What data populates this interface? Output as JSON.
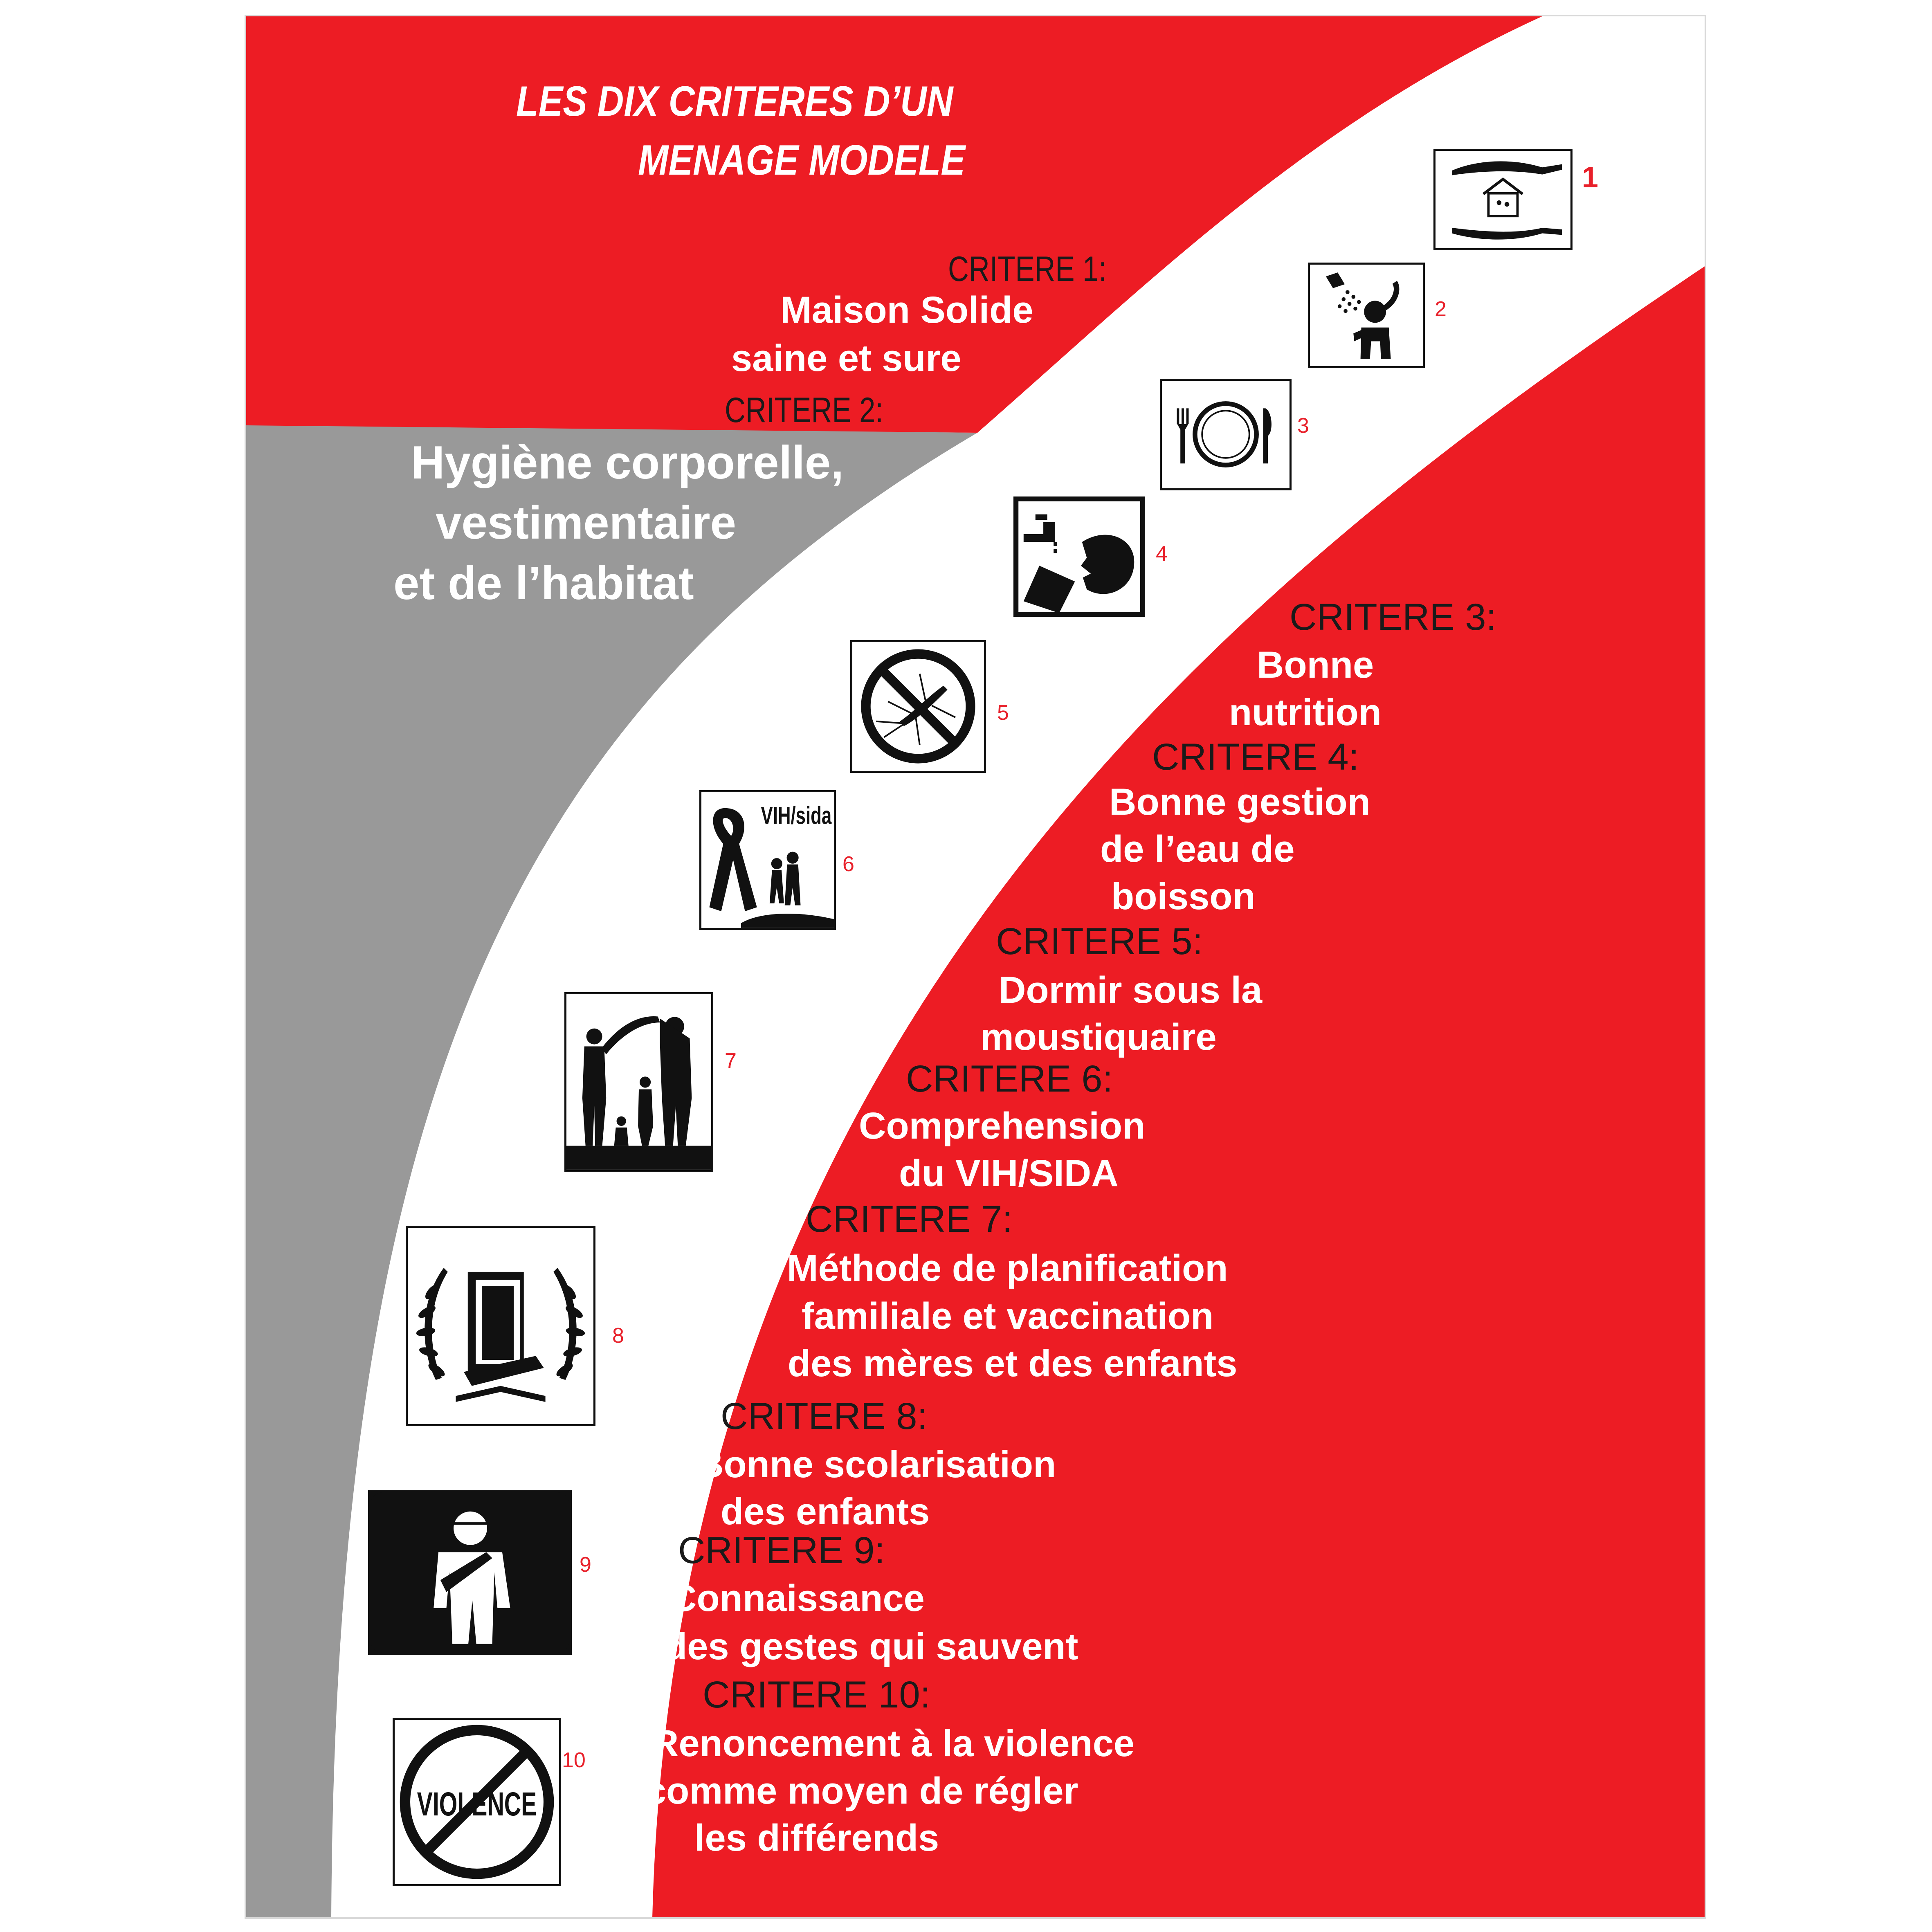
{
  "title": {
    "line1": "LES DIX CRITERES D’UN",
    "line2": "MENAGE MODELE"
  },
  "colors": {
    "red": "#ed1c24",
    "gray": "#999999",
    "white": "#ffffff",
    "label": "#1a1a1a"
  },
  "criteria": [
    {
      "number": "1",
      "label": "CRITERE 1:",
      "lines": [
        "Maison Solide",
        "saine et  sure"
      ],
      "icon": "house-hands-icon"
    },
    {
      "number": "2",
      "label": "CRITERE 2:",
      "lines": [
        "Hygiène corporelle,",
        "vestimentaire",
        "et de l’habitat"
      ],
      "icon": "shower-icon"
    },
    {
      "number": "3",
      "label": "CRITERE 3:",
      "lines": [
        "Bonne",
        "nutrition"
      ],
      "icon": "plate-cutlery-icon"
    },
    {
      "number": "4",
      "label": "CRITERE 4:",
      "lines": [
        "Bonne gestion",
        "de l’eau de",
        "boisson"
      ],
      "icon": "drinking-water-icon"
    },
    {
      "number": "5",
      "label": "CRITERE 5:",
      "lines": [
        "Dormir sous la",
        "moustiquaire"
      ],
      "icon": "no-mosquito-icon"
    },
    {
      "number": "6",
      "label": "CRITERE 6:",
      "lines": [
        "Comprehension",
        "du VIH/SIDA"
      ],
      "icon": "hiv-ribbon-icon",
      "icon_text": "VIH/sida"
    },
    {
      "number": "7",
      "label": "CRITERE 7:",
      "lines": [
        "Méthode de planification",
        "familiale et vaccination",
        "des mères et des enfants"
      ],
      "icon": "family-icon"
    },
    {
      "number": "8",
      "label": "CRITERE 8:",
      "lines": [
        "Bonne scolarisation",
        "des enfants"
      ],
      "icon": "books-laurel-icon"
    },
    {
      "number": "9",
      "label": "CRITERE 9:",
      "lines": [
        "Connaissance",
        "des gestes qui sauvent"
      ],
      "icon": "first-aid-person-icon"
    },
    {
      "number": "10",
      "label": "CRITERE 10:",
      "lines": [
        "Renoncement à la violence",
        "comme moyen de régler",
        "les différends"
      ],
      "icon": "no-violence-icon",
      "icon_text": "VIOLENCE"
    }
  ]
}
